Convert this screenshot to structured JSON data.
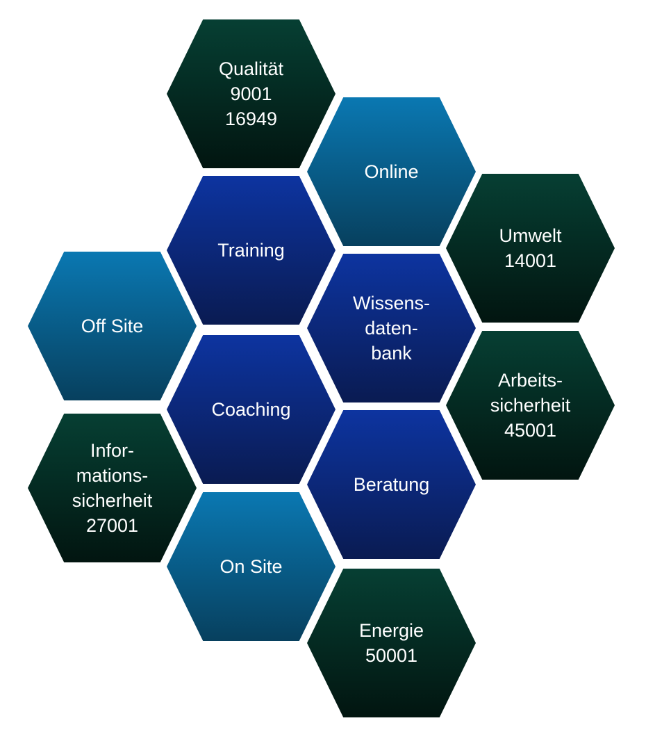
{
  "hexagons": [
    {
      "label": "Qualität\n9001\n16949",
      "kind": "green"
    },
    {
      "label": "Online",
      "kind": "teal"
    },
    {
      "label": "Training",
      "kind": "navy"
    },
    {
      "label": "Umwelt\n14001",
      "kind": "green"
    },
    {
      "label": "Off Site",
      "kind": "teal"
    },
    {
      "label": "Wissens-\ndaten-\nbank",
      "kind": "navy"
    },
    {
      "label": "Coaching",
      "kind": "navy"
    },
    {
      "label": "Arbeits-\nsicherheit\n45001",
      "kind": "green"
    },
    {
      "label": "Infor-\nmations-\nsicherheit\n27001",
      "kind": "green"
    },
    {
      "label": "Beratung",
      "kind": "navy"
    },
    {
      "label": "On Site",
      "kind": "teal"
    },
    {
      "label": "Energie\n50001",
      "kind": "green"
    }
  ],
  "colors": {
    "green": "#063f33",
    "teal": "#0a78b2",
    "navy": "#0d34a0"
  }
}
